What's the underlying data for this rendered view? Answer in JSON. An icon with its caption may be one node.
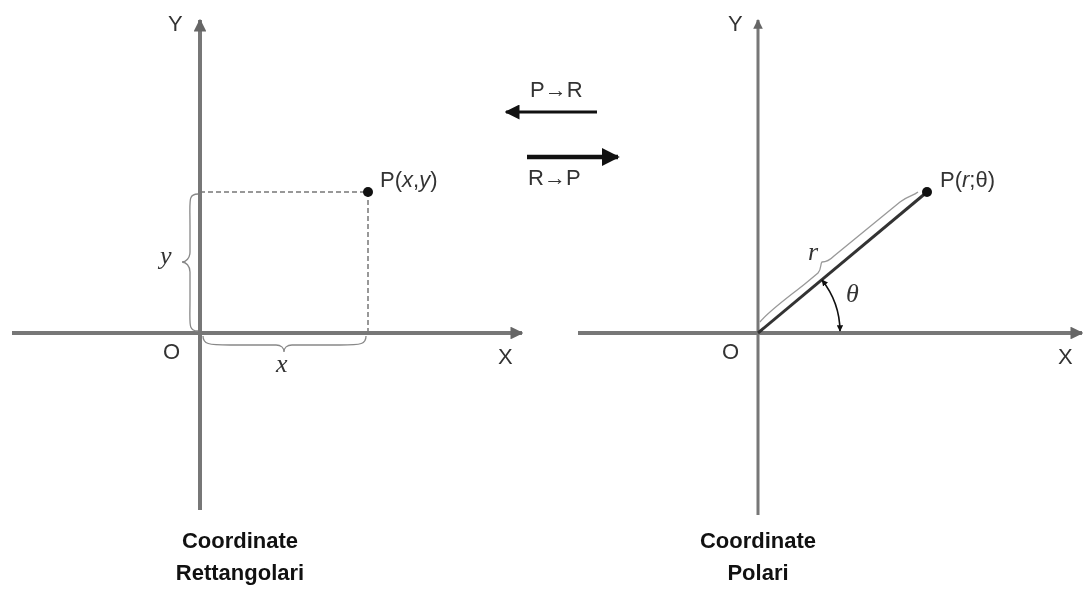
{
  "diagram": {
    "labels": [
      "Y",
      "Y",
      "P→R",
      "R→P",
      "P(*x*,*y*)",
      "P(*r*;θ)",
      "r",
      "θ",
      "y",
      "O",
      "X",
      "O",
      "X",
      "x",
      "Coordinate Rettangolari",
      "Coordinate Polari"
    ]
  }
}
